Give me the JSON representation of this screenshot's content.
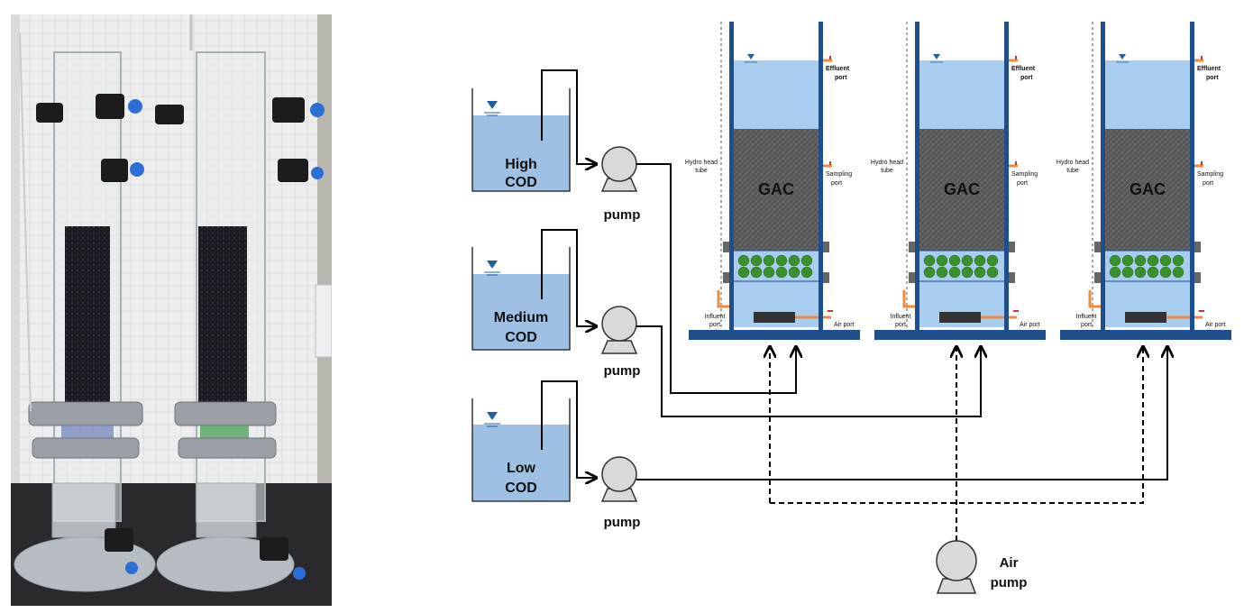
{
  "tanks": [
    {
      "line1": "High",
      "line2": "COD"
    },
    {
      "line1": "Medium",
      "line2": "COD"
    },
    {
      "line1": "Low",
      "line2": "COD"
    }
  ],
  "pump_label": "pump",
  "air_pump": {
    "line1": "Air",
    "line2": "pump"
  },
  "column": {
    "media_label": "GAC",
    "hydro_head_line1": "Hydro head",
    "hydro_head_line2": "tube",
    "effluent_line1": "Effluent",
    "effluent_line2": "port",
    "sampling_line1": "Sampling",
    "sampling_line2": "port",
    "influent_line1": "Influent",
    "influent_line2": "port",
    "air_port": "Air port"
  },
  "colors": {
    "water": "#a9cdef",
    "tank_water": "#9ec0e3",
    "column_frame": "#1f4e8c",
    "gac": "#595959",
    "beads": "#3a8f2e",
    "port": "#f08a3c"
  }
}
